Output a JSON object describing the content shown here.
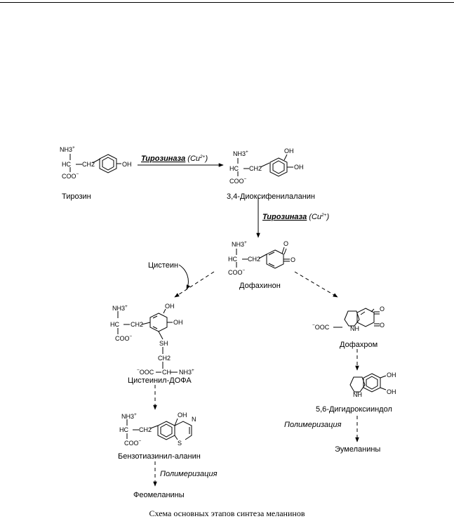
{
  "compounds": {
    "tyrosine": "Тирозин",
    "dopa": "3,4-Диоксифенилаланин",
    "dopaquinone": "Дофахинон",
    "cysteine": "Цистеин",
    "cysteinyl_dopa": "Цистеинил-ДОФА",
    "benzothiazinyl_alanine": "Бензотиазинил-аланин",
    "pheomelanins": "Феомеланины",
    "dopachrome": "Дофахром",
    "dihydroxyindole": "5,6-Дигидроксииндол",
    "eumelanins": "Эумеланины"
  },
  "enzyme": {
    "name": "Тирозиназа",
    "cofactor_open": "(Cu",
    "cofactor_charge": "2+",
    "cofactor_close": ")"
  },
  "process": {
    "polymerization": "Полимеризация"
  },
  "atoms": {
    "nh3": "NH3",
    "plus": "+",
    "hc": "HC",
    "ch": "CH",
    "ch2": "CH2",
    "coo": "COO",
    "minus": "−",
    "ooc": "OOC",
    "oh": "OH",
    "o": "O",
    "sh": "SH",
    "s": "S",
    "n": "N",
    "nh": "NH"
  },
  "caption": "Схема основных этапов синтеза меланинов"
}
